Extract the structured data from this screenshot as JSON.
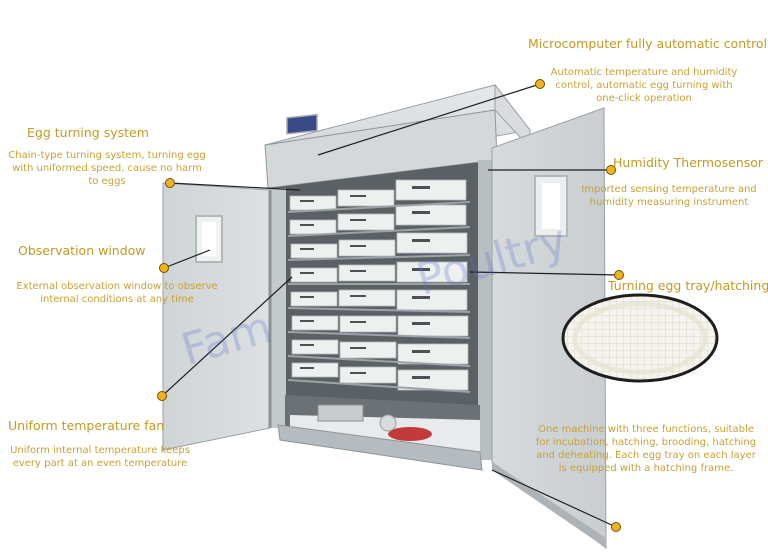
{
  "diagram": {
    "subject": "Automatic egg incubator with both doors open",
    "watermark": {
      "left_part": "Fam",
      "right_part": "Poultry"
    },
    "colors": {
      "title_text": "#c39a22",
      "desc_text": "#c9a133",
      "dot_fill": "#f2b21e",
      "leader_line": "#222222",
      "cabinet_gray": "#c7cccf",
      "door_gray": "#d4d8da"
    },
    "callouts": [
      {
        "id": "microcomputer",
        "title": "Microcomputer fully automatic control",
        "description": [
          "Automatic temperature and humidity",
          "control, automatic egg turning with",
          "one-click operation"
        ],
        "points_to": "control panel"
      },
      {
        "id": "egg-turning",
        "title": "Egg turning system",
        "description": [
          "Chain-type turning system, turning egg",
          "with uniformed speed, cause no harm",
          "to eggs"
        ],
        "points_to": "top of tray rack"
      },
      {
        "id": "humidity-sensor",
        "title": "Humidity Thermosensor",
        "description": [
          "Imported sensing temperature and",
          "humidity measuring instrument"
        ],
        "points_to": "sensor inside cabinet"
      },
      {
        "id": "observation-window",
        "title": "Observation window",
        "description": [
          "External observation window to observe",
          "internal conditions at any time"
        ],
        "points_to": "left door window"
      },
      {
        "id": "turning-tray",
        "title": "Turning egg tray/hatching",
        "description": [],
        "points_to": "egg tray (inset close-up)"
      },
      {
        "id": "fan",
        "title": "Uniform temperature fan",
        "description": [
          "Uniform internal temperature keeps",
          "every part at an even temperature"
        ],
        "points_to": "fan at side of rack"
      },
      {
        "id": "multi-function",
        "title": "",
        "description": [
          "One machine with three functions, suitable",
          "for incubation, hatching, brooding, hatching",
          "and deheating. Each egg tray on each layer",
          "is equipped with a hatching frame."
        ],
        "points_to": "bottom of right door"
      }
    ],
    "tray_rack": {
      "layers": 8,
      "trays_per_layer": 3
    }
  }
}
